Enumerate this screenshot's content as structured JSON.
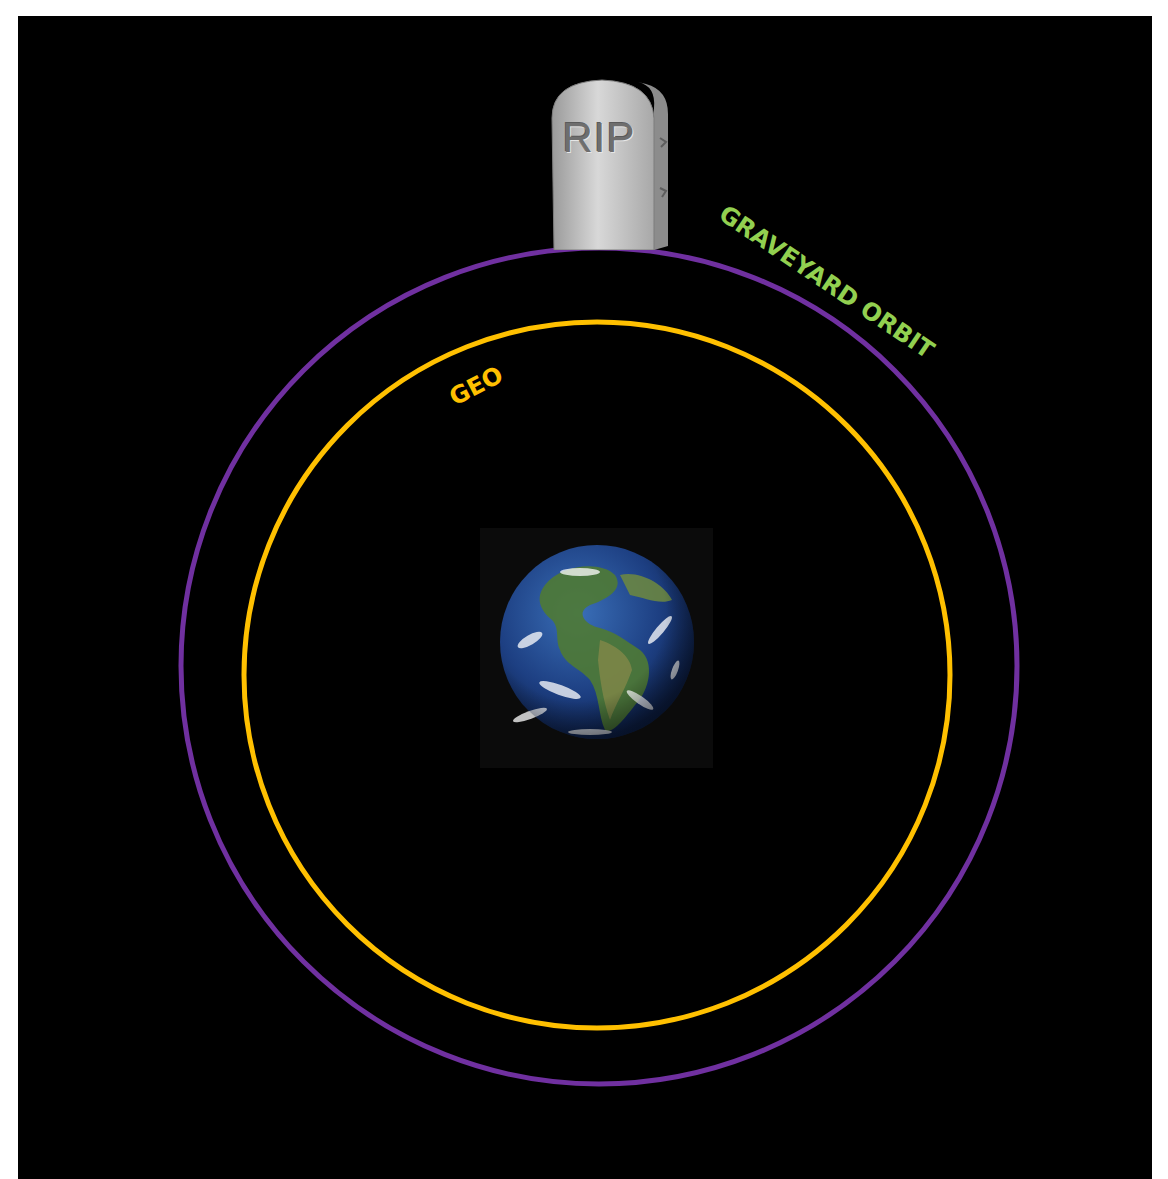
{
  "diagram": {
    "nodes": [
      {
        "text": [
          "RIP"
        ]
      }
    ],
    "labels": [
      "GEO",
      "GRAVEYARD ORBIT"
    ]
  }
}
